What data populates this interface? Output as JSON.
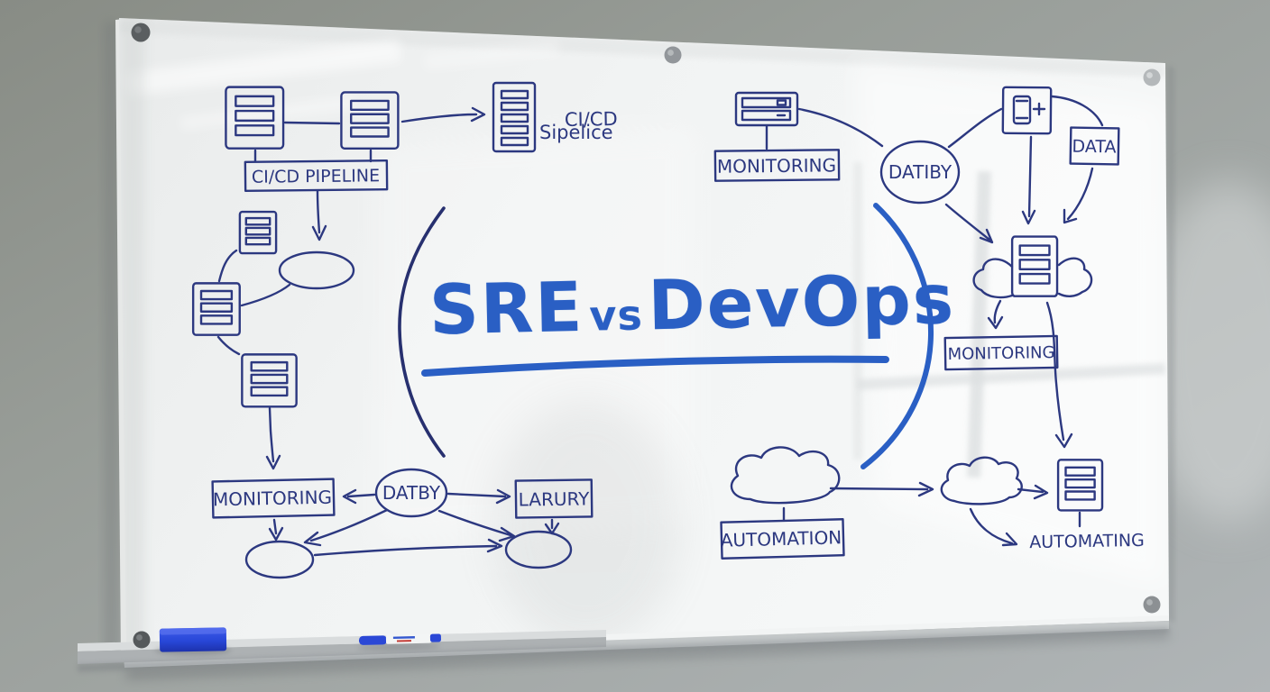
{
  "scene": {
    "description": "glass whiteboard on gray wall with hand-drawn blue marker diagram"
  },
  "title": {
    "part1": "SRE",
    "part2": "vs",
    "part3": "DevOps"
  },
  "labels": {
    "cicd_stack_line1": "CI/CD",
    "cicd_stack_line2": "Sipelice",
    "cicd_pipeline": "CI/CD PIPELINE",
    "monitoring_left": "MONITORING",
    "datby": "DATBY",
    "larury": "LARURY",
    "monitoring_top_right": "MONITORING",
    "datiby": "DATIBY",
    "data": "DATA",
    "monitoring_right": "MONITORING",
    "automation": "AUTOMATION",
    "automating": "AUTOMATING"
  },
  "colors": {
    "ink_navy": "#2c3880",
    "marker_blue": "#2a5fc4",
    "board_surface": "#f0f2f2",
    "wall": "#9aa09b",
    "eraser_blue": "#2847d8",
    "tray_gray": "#b2b6b8"
  },
  "icons": {
    "server-icon": "box with stacked bars",
    "server-stack-icon": "tall box with stacked bars",
    "cloud-icon": "hand-drawn cloud",
    "device-plus-icon": "small device with plus sign",
    "arrow-icon": "hand-drawn arrow",
    "ellipse-node": "empty oval node",
    "paren-left-stroke": "large left parenthesis",
    "paren-right-stroke": "large right parenthesis",
    "screw-icon": "round wall mount",
    "eraser": "blue whiteboard eraser",
    "marker": "whiteboard marker with blue cap"
  }
}
